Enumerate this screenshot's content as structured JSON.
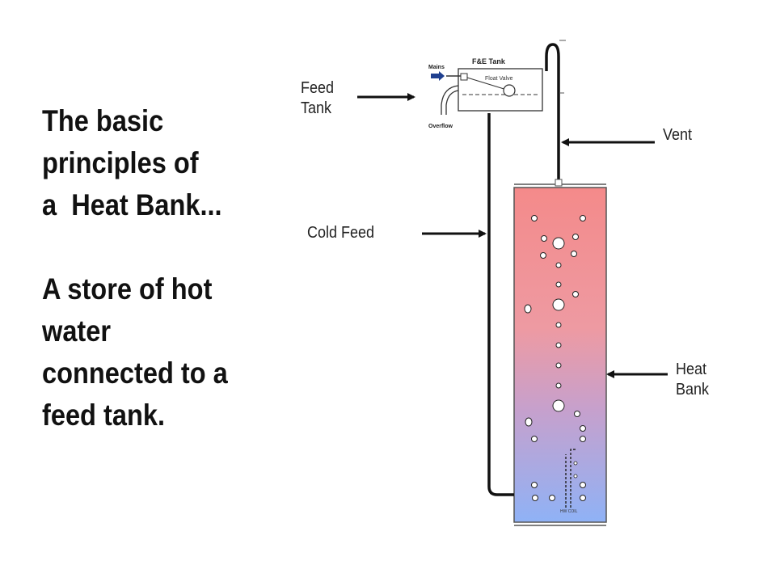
{
  "heading": {
    "lines_a": [
      "The basic",
      "principles of",
      "a  Heat Bank..."
    ],
    "lines_b": [
      "A store of hot",
      "water",
      "connected to a",
      "feed tank."
    ]
  },
  "labels": {
    "feed_tank": [
      "Feed",
      "Tank"
    ],
    "vent": "Vent",
    "cold_feed": "Cold Feed",
    "heat_bank": [
      "Heat",
      "Bank"
    ]
  },
  "tank": {
    "title": "F&E Tank",
    "mains": "Mains",
    "float_valve": "Float Valve",
    "overflow": "Overflow"
  },
  "coil_label": "HW COIL",
  "colors": {
    "hot": "#f48a8a",
    "mid": "#c7a0cc",
    "cold": "#8fb2f6",
    "pipe": "#111111",
    "mains_arrow": "#1f3f8f"
  }
}
